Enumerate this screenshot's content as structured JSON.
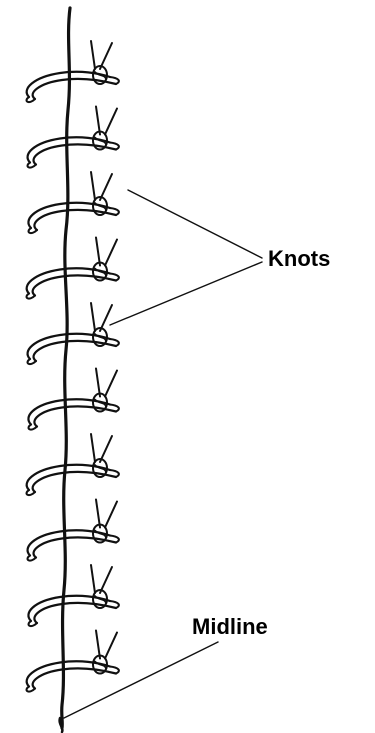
{
  "labels": {
    "knots": "Knots",
    "midline": "Midline"
  },
  "stitch_count": 10,
  "colors": {
    "ink": "#111111",
    "background": "#ffffff"
  }
}
